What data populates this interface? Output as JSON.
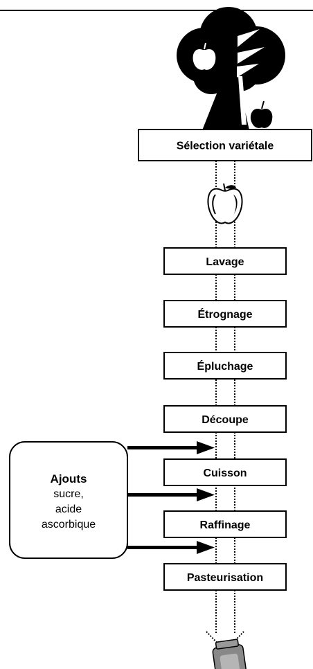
{
  "diagram": {
    "steps": [
      "Sélection variétale",
      "Lavage",
      "Étrognage",
      "Épluchage",
      "Découpe",
      "Cuisson",
      "Raffinage",
      "Pasteurisation"
    ],
    "additions": {
      "title": "Ajouts",
      "lines": [
        "sucre,",
        "acide",
        "ascorbique"
      ]
    },
    "icons": {
      "source": "apple-tree-icon",
      "input": "apple-icon",
      "output": "jar-icon"
    },
    "colors": {
      "stroke": "#000000",
      "fill": "#ffffff",
      "jar": "#888888"
    }
  }
}
